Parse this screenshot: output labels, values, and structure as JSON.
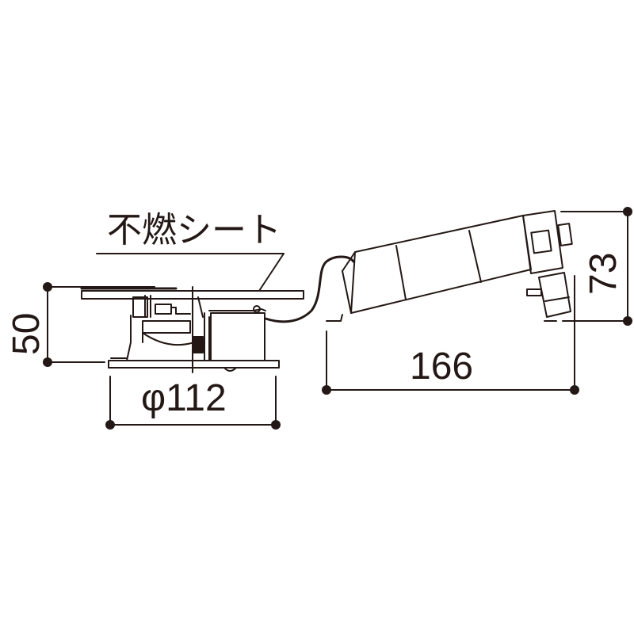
{
  "drawing": {
    "line_color": "#231815",
    "background": "#ffffff",
    "callout_label": "不燃シート",
    "fixture_unit": {
      "height_dim": "50",
      "diameter_dim": "φ112"
    },
    "power_supply_unit": {
      "length_dim": "166",
      "height_dim": "73"
    }
  }
}
